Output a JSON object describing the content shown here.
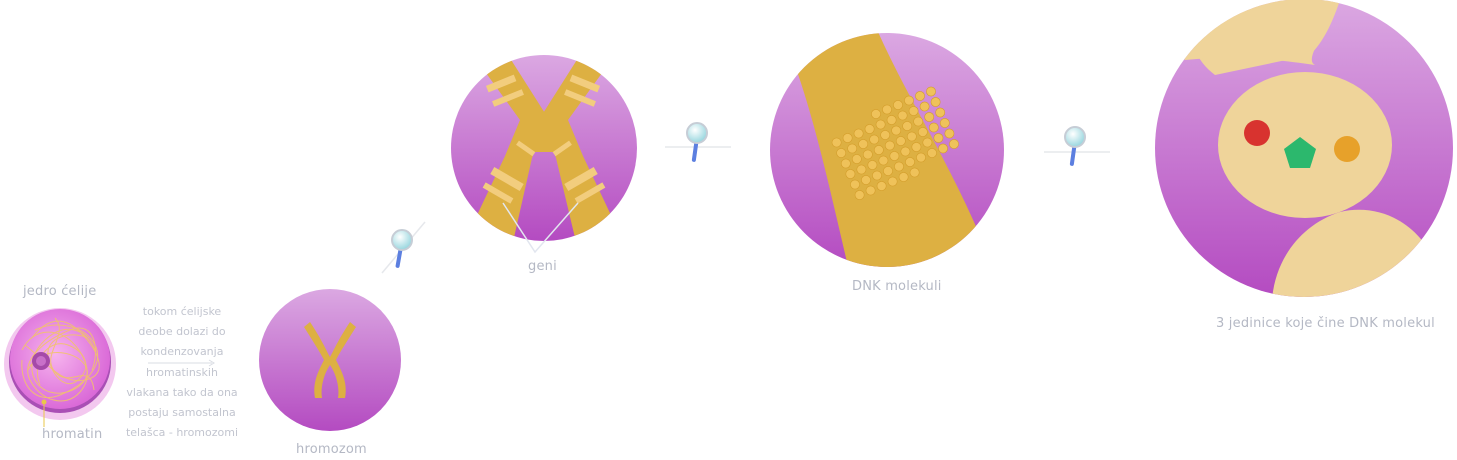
{
  "labels": {
    "nucleus": "jedro ćelije",
    "chromatin": "hromatin",
    "chromosome": "hromozom",
    "genes": "geni",
    "dna": "DNK molekuli",
    "units": "3 jedinice koje čine DNK molekul"
  },
  "description_lines": [
    "tokom ćelijske",
    "deobe dolazi do",
    "kondenzovanja",
    "hromatinskih",
    "vlakana tako da ona",
    "postaju samostalna",
    "telašca - hromozomi"
  ],
  "colors": {
    "circle_top": "#dba5e1",
    "circle_bottom": "#b54cc2",
    "gold": "#ddb042",
    "cream": "#efd49a",
    "label": "#b4b8c4",
    "unit_red": "#d8332f",
    "unit_green": "#2cb86d",
    "unit_orange": "#e7a12a"
  },
  "icons": [
    "magnifier-icon",
    "magnifier-icon",
    "magnifier-icon"
  ]
}
